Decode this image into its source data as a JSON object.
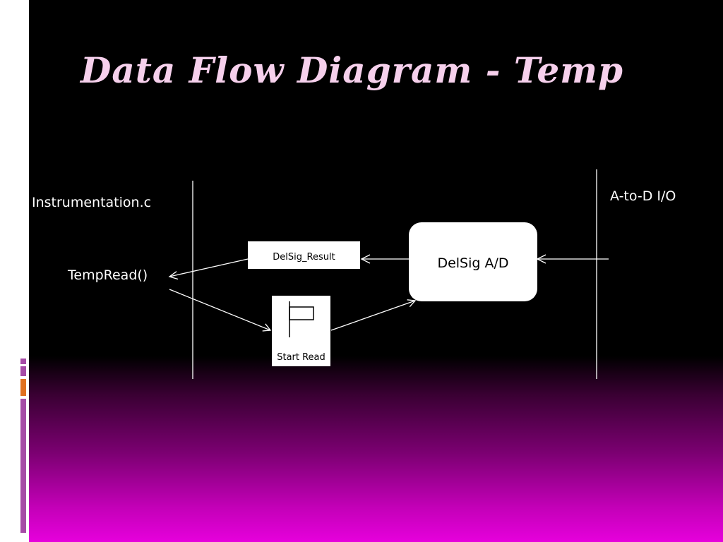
{
  "slide": {
    "title": "Data Flow Diagram - Temp"
  },
  "diagram": {
    "boundary_left_label": "Instrumentation.c",
    "boundary_right_label": "A-to-D I/O",
    "process_function": "TempRead()",
    "store_result": "DelSig_Result",
    "flag_start_read": "Start Read",
    "process_adc": "DelSig A/D"
  },
  "colors": {
    "title": "#f6d0ec",
    "background_top": "#000000",
    "background_bottom": "#e600dc",
    "accent_purple": "#a64ca6",
    "accent_orange": "#e07020"
  }
}
